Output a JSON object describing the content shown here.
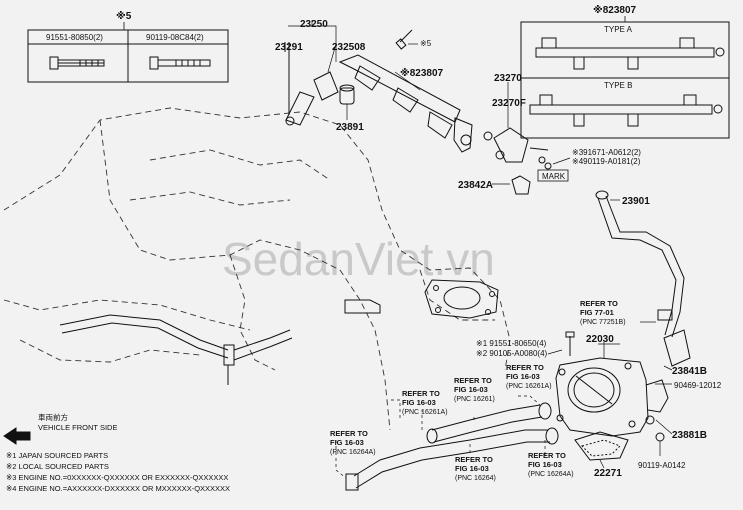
{
  "bolt_table": {
    "star": "※5",
    "col1": "91551-80850(2)",
    "col2": "90119-08C84(2)"
  },
  "type_box": {
    "title": "※823807",
    "type_a": "TYPE A",
    "type_b": "TYPE B"
  },
  "parts": {
    "p23250": "23250",
    "p23291": "23291",
    "p232508": "232508",
    "star5": "※5",
    "p823807": "※823807",
    "p23891": "23891",
    "p23270": "23270",
    "p23270f": "23270F",
    "p391671": "※391671-A0612(2)",
    "p490119": "※490119-A0181(2)",
    "mark": "MARK",
    "p23842a": "23842A",
    "p23901": "23901",
    "p22030": "22030",
    "p23841b": "23841B",
    "p90469": "90469-12012",
    "p23881b": "23881B",
    "p22271": "22271",
    "p90119a": "90119-A0142",
    "p91551": "※1 91551-80650(4)",
    "p90105": "※2 90105-A0080(4)"
  },
  "refs": {
    "r1a": "REFER TO",
    "r1b": "FIG 77-01",
    "r1c": "(PNC 77251B)",
    "r2a": "REFER TO",
    "r2b": "FIG 16-03",
    "r2c": "(PNC 16261A)",
    "r3a": "REFER TO",
    "r3b": "FIG 16-03",
    "r3c": "(PNC 16261A)",
    "r4a": "REFER TO",
    "r4b": "FIG 16-03",
    "r4c": "(PNC 16261)",
    "r5a": "REFER TO",
    "r5b": "FIG 16-03",
    "r5c": "(PNC 16264A)",
    "r6a": "REFER TO",
    "r6b": "FIG 16-03",
    "r6c": "(PNC 16264)",
    "r7a": "REFER TO",
    "r7b": "FIG 16-03",
    "r7c": "(PNC 16264A)"
  },
  "direction": {
    "jp": "車両前方",
    "en": "VEHICLE FRONT SIDE"
  },
  "notes": [
    "※1 JAPAN SOURCED PARTS",
    "※2 LOCAL SOURCED PARTS",
    "※3 ENGINE NO.=0XXXXXX-QXXXXXX OR EXXXXXX-QXXXXXX",
    "※4 ENGINE NO.=AXXXXXX-DXXXXXX OR MXXXXXX-QXXXXXX"
  ],
  "watermark": "SedanViet.vn"
}
